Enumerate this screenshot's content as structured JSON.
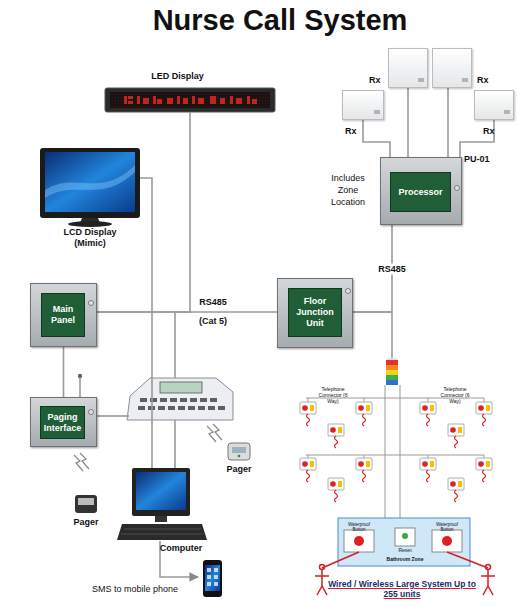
{
  "diagram": {
    "title": "Nurse Call System",
    "nodes": [
      {
        "text": [
          "LED Display"
        ]
      },
      {
        "text": [
          "Rx"
        ]
      },
      {
        "text": [
          "Rx"
        ]
      },
      {
        "text": [
          "Rx"
        ]
      },
      {
        "text": [
          "Rx"
        ]
      },
      {
        "text": [
          "LCD Display (Mimic)"
        ]
      },
      {
        "text": [
          "Processor"
        ]
      },
      {
        "text": [
          "Main Panel"
        ]
      },
      {
        "text": [
          "Floor Junction Unit"
        ]
      },
      {
        "text": [
          "Paging Interface"
        ]
      },
      {
        "text": [
          "Pager"
        ]
      },
      {
        "text": [
          "Wired / Wireless Large System Up to 255 units"
        ]
      },
      {
        "text": [
          "Pager"
        ]
      },
      {
        "text": [
          "Computer"
        ]
      }
    ],
    "edges": [
      {
        "from": 7,
        "to": 8,
        "arrow": "none",
        "label": "RS485 (Cat 5)"
      },
      {
        "from": 0,
        "to": 7,
        "arrow": "none"
      },
      {
        "from": 8,
        "to": 6,
        "arrow": "none",
        "label": "RS485"
      },
      {
        "from": 8,
        "to": 11,
        "arrow": "none"
      },
      {
        "from": 1,
        "to": 6,
        "arrow": "none"
      },
      {
        "from": 2,
        "to": 6,
        "arrow": "none"
      },
      {
        "from": 3,
        "to": 6,
        "arrow": "none"
      },
      {
        "from": 4,
        "to": 6,
        "arrow": "none"
      },
      {
        "from": 7,
        "to": 9,
        "arrow": "none"
      },
      {
        "from": 5,
        "to": 13,
        "arrow": "none"
      }
    ],
    "labels": [
      "PU-01",
      "Includes Zone Location",
      "SMS to mobile phone",
      "Telephone Connector (6 Way)",
      "Telephone Connector (6 Way)",
      "Waterproof Button",
      "Waterproof Button",
      "Reset",
      "Bathroom Zone"
    ]
  }
}
